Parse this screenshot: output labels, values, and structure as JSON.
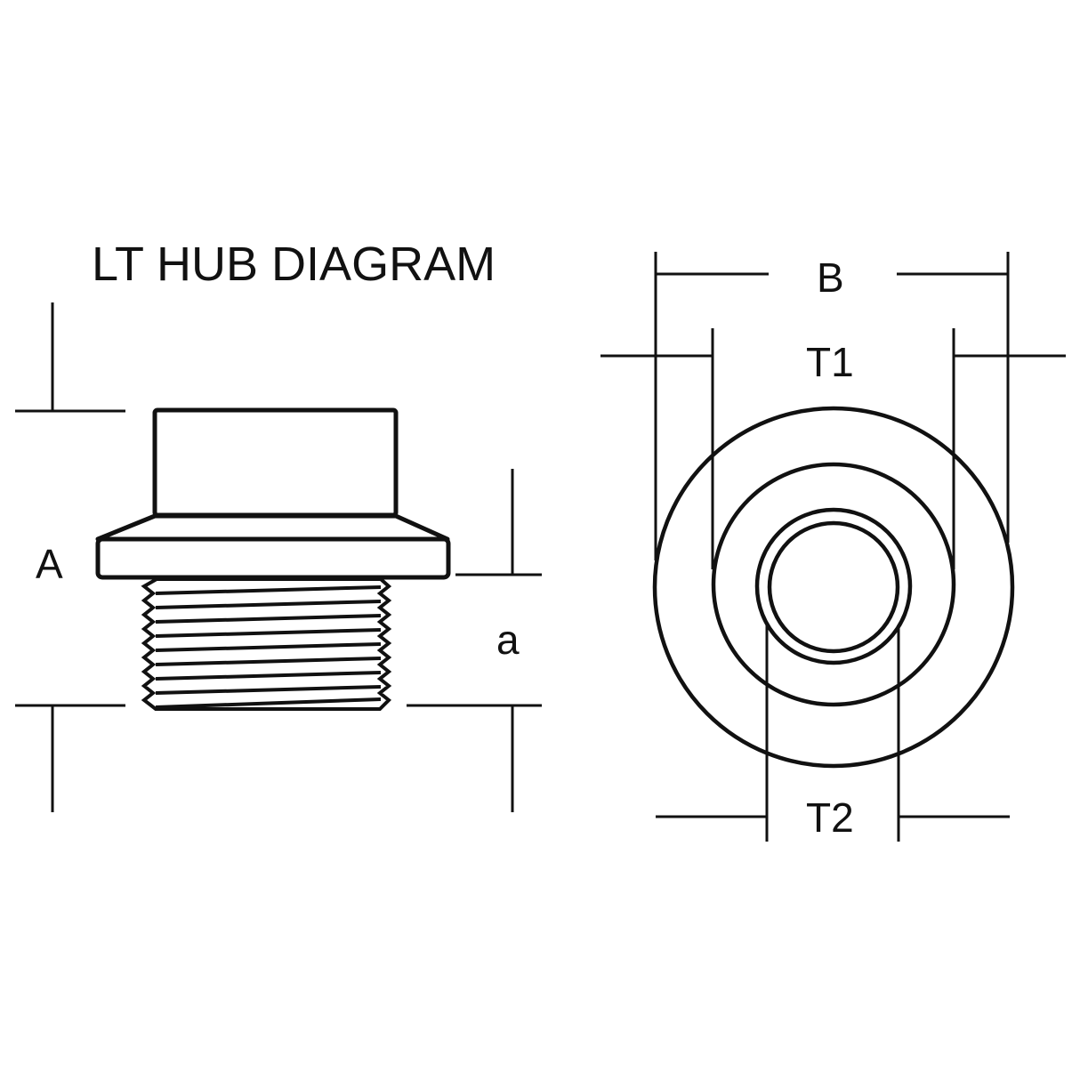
{
  "title": "LT HUB DIAGRAM",
  "side_view": {
    "labels": {
      "overall_height": "A",
      "thread_length": "a"
    }
  },
  "front_view": {
    "labels": {
      "flange_diameter": "B",
      "thread_outer_diameter": "T1",
      "bore_diameter": "T2"
    }
  },
  "colors": {
    "line": "#111111",
    "background": "#ffffff"
  }
}
